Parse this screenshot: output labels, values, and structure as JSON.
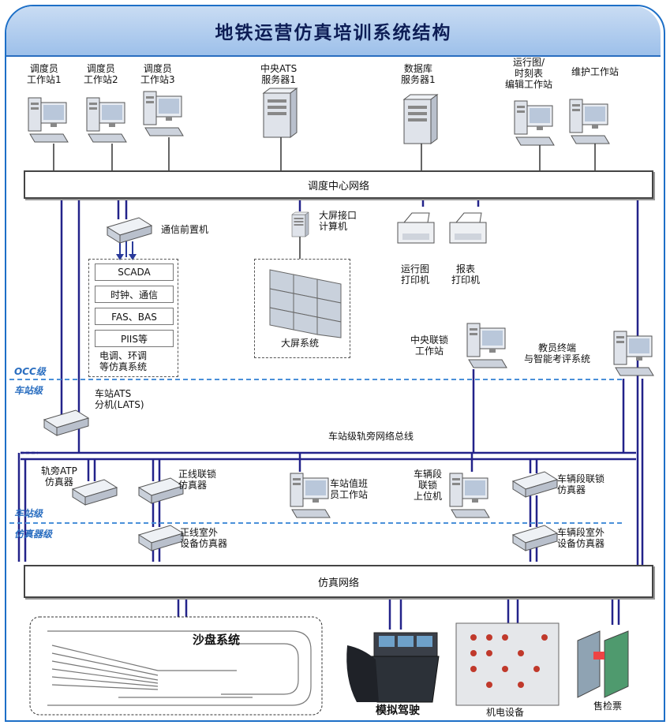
{
  "title": "地铁运营仿真培训系统结构",
  "workstations": {
    "ws1": "调度员\n工作站1",
    "ws2": "调度员\n工作站2",
    "ws3": "调度员\n工作站3",
    "ats_server": "中央ATS\n服务器1",
    "db_server": "数据库\n服务器1",
    "timetable": "运行图/\n时刻表\n编辑工作站",
    "maintenance": "维护工作站"
  },
  "dispatch_network": "调度中心网络",
  "fep": "通信前置机",
  "subsystems": [
    "SCADA",
    "时钟、通信",
    "FAS、BAS",
    "PIIS等"
  ],
  "subsystems_note": "电调、环调\n等仿真系统",
  "bigscreen_iface": "大屏接口\n计算机",
  "bigscreen": "大屏系统",
  "printer1": "运行图\n打印机",
  "printer2": "报表\n打印机",
  "central_interlock": "中央联锁\n工作站",
  "instructor": "教员终端\n与智能考评系统",
  "tiers": {
    "occ": "OCC级",
    "station1": "车站级",
    "station2": "车站级",
    "simulator": "仿真器级"
  },
  "station_ats": "车站ATS\n分机(LATS)",
  "station_bus": "车站级轨旁网络总线",
  "atp_sim": "轨旁ATP\n仿真器",
  "mainline_interlock": "正线联锁\n仿真器",
  "station_duty": "车站值班\n员工作站",
  "depot_host": "车辆段\n联锁\n上位机",
  "depot_interlock": "车辆段联锁\n仿真器",
  "mainline_outdoor": "正线室外\n设备仿真器",
  "depot_outdoor": "车辆段室外\n设备仿真器",
  "sim_network": "仿真网络",
  "sandtable": "沙盘系统",
  "driving": "模拟驾驶",
  "electromech": "机电设备",
  "ticketing": "售检票",
  "colors": {
    "accent": "#1d6fc7",
    "bus": "#23238a",
    "tier_line": "#4a90d9"
  }
}
